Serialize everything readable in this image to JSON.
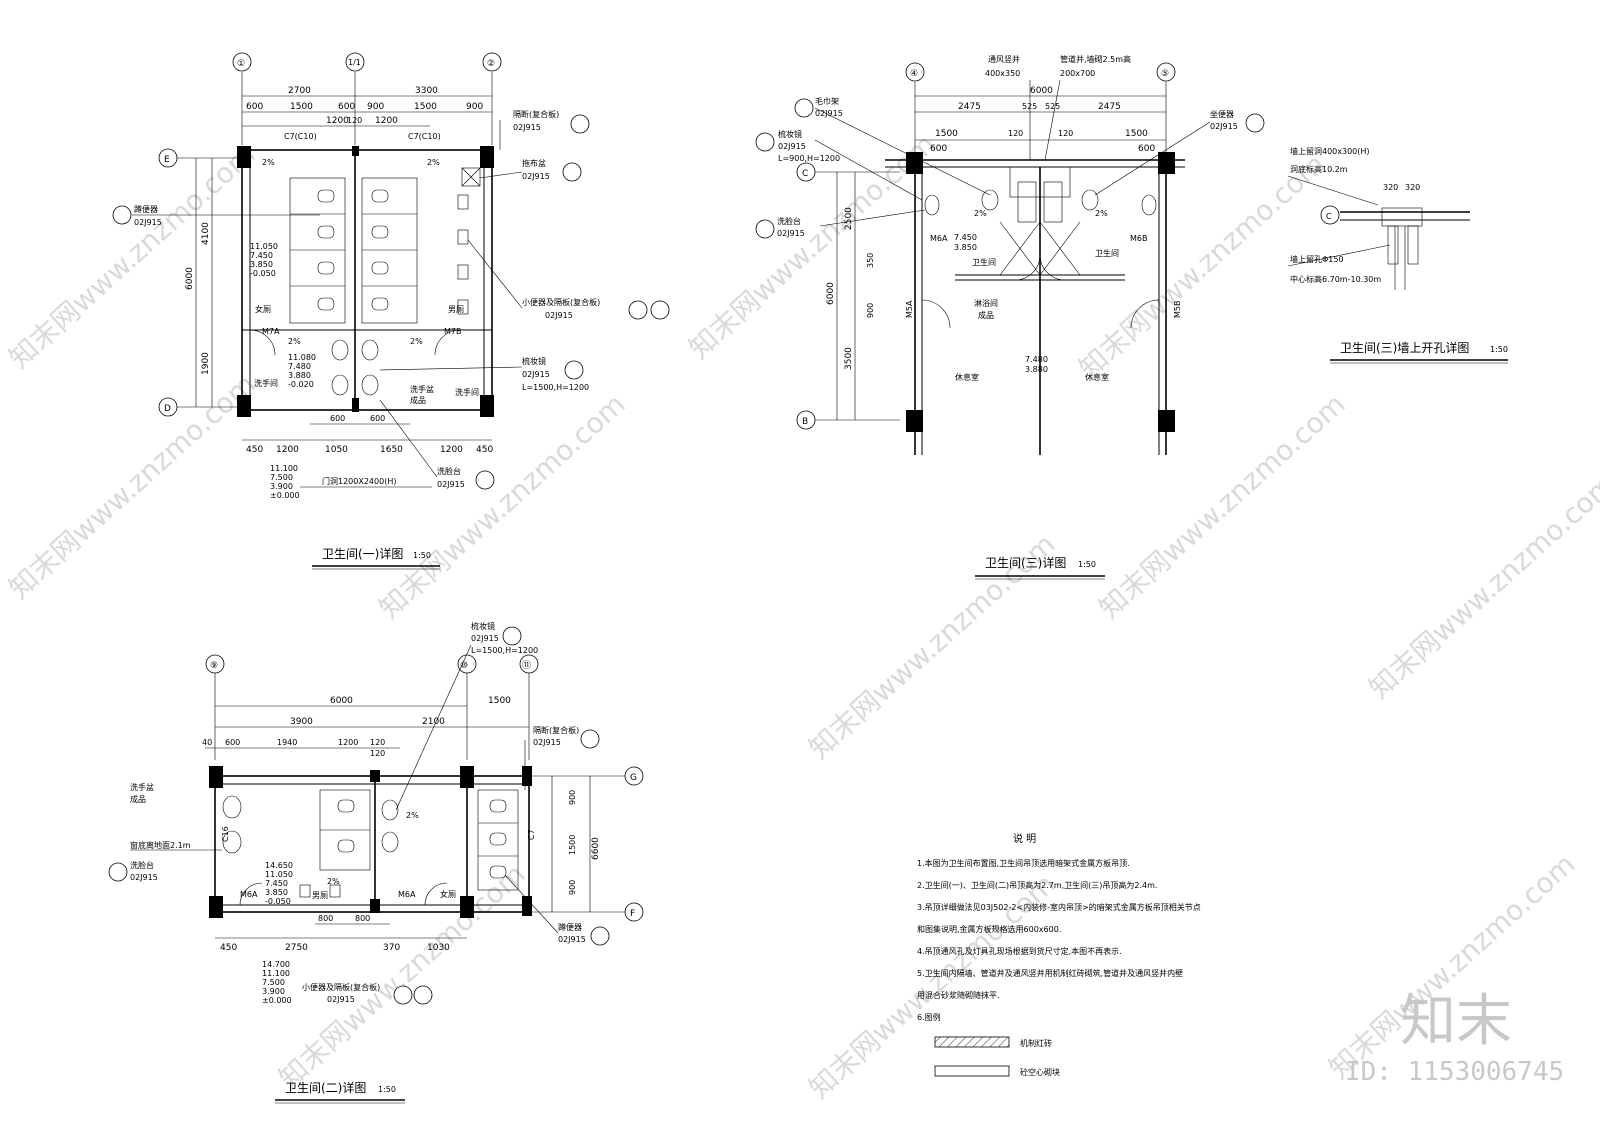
{
  "drawing1": {
    "title": "卫生间(一)详图",
    "scale": "1:50",
    "axes": [
      "①",
      "1/1",
      "②",
      "E",
      "D"
    ],
    "dims_top": [
      "2700",
      "3300",
      "600",
      "1500",
      "600",
      "900",
      "1500",
      "900",
      "1200",
      "120",
      "1200"
    ],
    "dims_bottom": [
      "450",
      "1200",
      "1050",
      "1650",
      "1200",
      "450",
      "600",
      "600"
    ],
    "dims_left": [
      "6000",
      "4100",
      "1900"
    ],
    "windows": [
      "C7(C10)",
      "C7(C10)"
    ],
    "labels": {
      "squat": "蹲便器",
      "squat_ref": "02J915",
      "mop": "拖布盆",
      "mop_ref": "02J915",
      "partition": "隔断(复合板)",
      "partition_ref": "02J915",
      "urinal": "小便器及隔板(复合板)",
      "urinal_ref": "02J915",
      "mirror": "梳妆镜",
      "mirror_ref": "02J915",
      "mirror_size": "L=1500,H=1200",
      "basin": "洗手盆",
      "basin_note": "成品",
      "vanity": "洗脸台",
      "vanity_ref": "02J915",
      "door_opening": "门洞1200X2400(H)",
      "female": "女厕",
      "male": "男厕",
      "wash1": "洗手间",
      "wash2": "洗手间",
      "door_a": "M7A",
      "door_b": "M7B",
      "slope": "2%"
    },
    "levels_a": [
      "11.050",
      "7.450",
      "3.850",
      "-0.050"
    ],
    "levels_b": [
      "11.080",
      "7.480",
      "3.880",
      "-0.020"
    ],
    "levels_c": [
      "11.100",
      "7.500",
      "3.900",
      "±0.000"
    ]
  },
  "drawing2": {
    "title": "卫生间(二)详图",
    "scale": "1:50",
    "axes": [
      "⑨",
      "⑩",
      "⑪",
      "G",
      "F"
    ],
    "dims_top": [
      "6000",
      "3900",
      "2100",
      "1500",
      "40",
      "600",
      "1940",
      "1200",
      "120",
      "120"
    ],
    "dims_bottom": [
      "450",
      "2750",
      "370",
      "1030",
      "800",
      "800"
    ],
    "dims_right": [
      "900",
      "1500",
      "900",
      "6600"
    ],
    "labels": {
      "mirror": "梳妆镜",
      "mirror_ref": "02J915",
      "mirror_size": "L=1500,H=1200",
      "partition": "隔断(复合板)",
      "partition_ref": "02J915",
      "basin": "洗手盆",
      "basin_note": "成品",
      "sill": "窗底离地面2.1m",
      "vanity": "洗脸台",
      "vanity_ref": "02J915",
      "squat": "蹲便器",
      "squat_ref": "02J915",
      "urinal": "小便器及隔板(复合板)",
      "urinal_ref": "02J915",
      "male": "男厕",
      "female": "女厕",
      "door_a": "M6A",
      "door_b": "M6A",
      "window": "C16",
      "window2": "C7",
      "slope": "2%"
    },
    "levels_a": [
      "14.650",
      "11.050",
      "7.450",
      "3.850",
      "-0.050"
    ],
    "levels_b": [
      "14.700",
      "11.100",
      "7.500",
      "3.900",
      "±0.000"
    ]
  },
  "drawing3": {
    "title": "卫生间(三)详图",
    "scale": "1:50",
    "axes": [
      "④",
      "⑤",
      "C",
      "B"
    ],
    "dims_top": [
      "6000",
      "2475",
      "525",
      "525",
      "2475",
      "1500",
      "600",
      "1500",
      "600",
      "120",
      "120"
    ],
    "dims_left": [
      "6000",
      "2500",
      "3500",
      "350",
      "900"
    ],
    "labels": {
      "vent_shaft": "通风竖井",
      "vent_size": "400x350",
      "pipe_shaft": "管道井,墙砌2.5m高",
      "pipe_size": "200x700",
      "towel": "毛巾架",
      "towel_ref": "02J915",
      "mirror": "梳妆镜",
      "mirror_ref": "02J915",
      "mirror_size": "L=900,H=1200",
      "vanity": "洗脸台",
      "vanity_ref": "02J915",
      "toilet": "坐便器",
      "toilet_ref": "02J915",
      "wc1": "卫生间",
      "wc2": "卫生间",
      "shower": "淋浴间",
      "shower_note": "成品",
      "rest1": "休息室",
      "rest2": "休息室",
      "door_a": "M6A",
      "door_b": "M6B",
      "door_c": "M5A",
      "door_d": "M5B",
      "slope": "2%"
    },
    "levels_a": [
      "7.450",
      "3.850"
    ],
    "levels_b": [
      "7.480",
      "3.880"
    ]
  },
  "detail": {
    "title": "卫生间(三)墙上开孔详图",
    "scale": "1:50",
    "axis": "C",
    "notes": [
      "墙上留洞400x300(H)",
      "洞底标高10.2m",
      "墙上留孔Φ150",
      "中心标高6.70m-10.30m"
    ],
    "dims": [
      "320",
      "320"
    ]
  },
  "notes": {
    "title": "说  明",
    "items": [
      "1.本图为卫生间布置图,卫生间吊顶选用暗架式金属方板吊顶.",
      "2.卫生间(一)、卫生间(二)吊顶高为2.7m,卫生间(三)吊顶高为2.4m.",
      "3.吊顶详细做法见03J502-2<内装修-室内吊顶>的暗架式金属方板吊顶相关节点",
      "   和图集说明,金属方板规格选用600x600.",
      "4.吊顶通风孔及灯具孔现场根据到货尺寸定,本图不再表示.",
      "5.卫生间内隔墙、管道井及通风竖井用机制红砖砌筑,管道井及通风竖井内壁",
      "   用混合砂浆随砌随抹平.",
      "6.图例"
    ],
    "legend": [
      {
        "label": "机制红砖",
        "pattern": "hatch"
      },
      {
        "label": "砼空心砌块",
        "pattern": "empty"
      }
    ]
  },
  "watermark": {
    "text": "知末网www.znzmo.com",
    "brand": "知末",
    "id": "ID: 1153006745"
  }
}
